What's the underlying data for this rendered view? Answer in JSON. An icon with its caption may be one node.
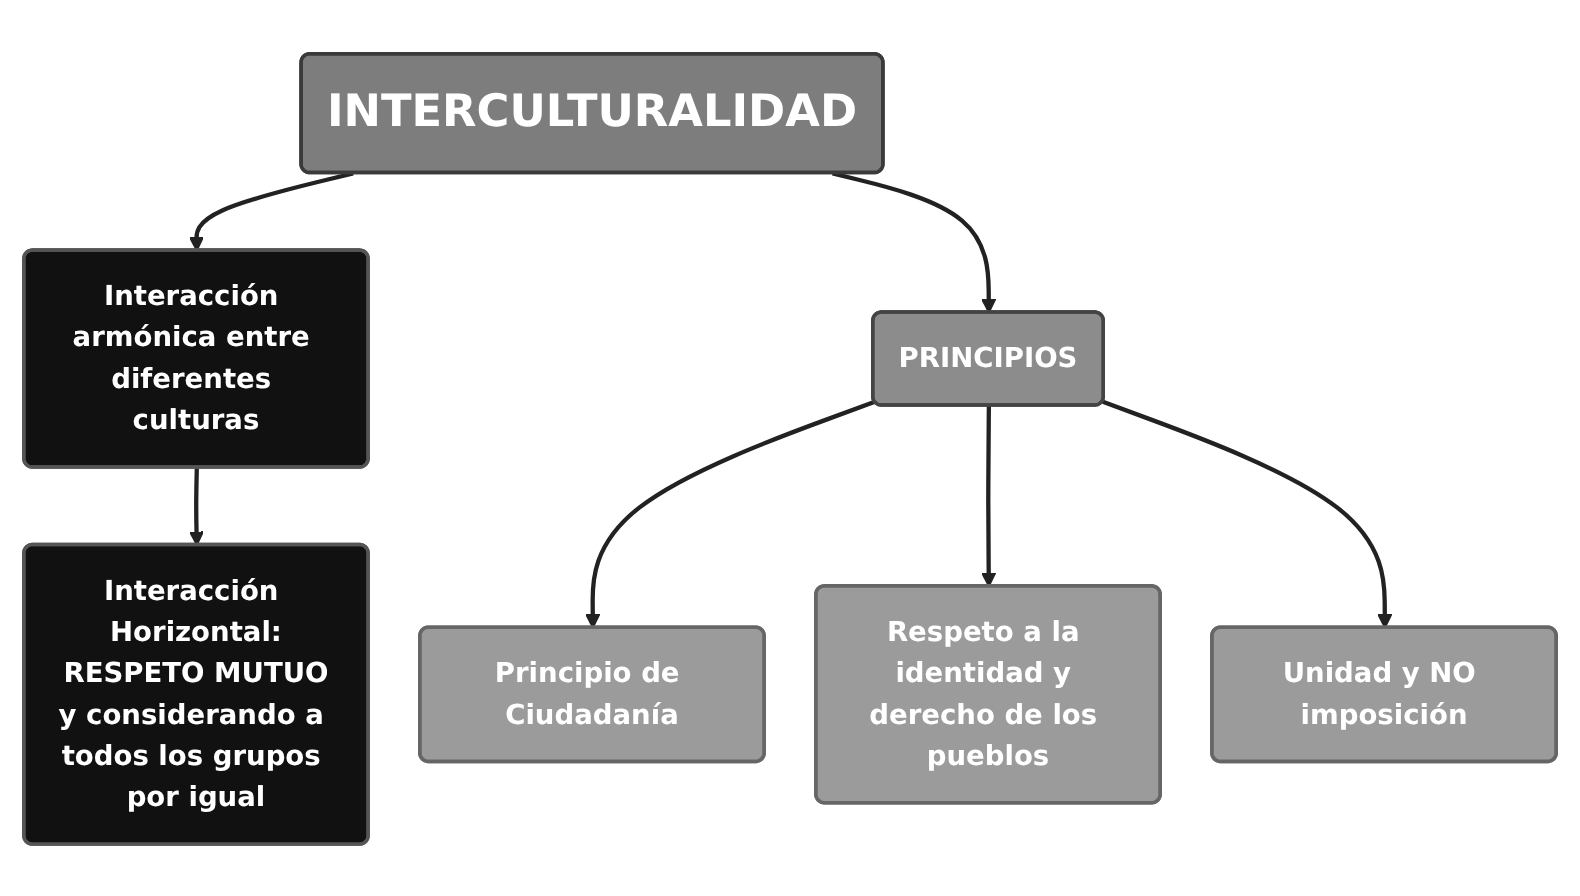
{
  "diagram": {
    "nodes": [
      {
        "text": [
          "INTERCULTURALIDAD"
        ]
      },
      {
        "text": [
          "Interacción Horizontal:",
          "RESPETO MUTUO",
          "y considerando a todos los grupos por igual"
        ]
      },
      {
        "text": [
          "Interacción armónica entre diferentes culturas"
        ]
      },
      {
        "text": [
          "PRINCIPIOS"
        ]
      },
      {
        "text": [
          "Principio de Ciudadanía"
        ]
      },
      {
        "text": [
          "Respeto a la identidad y derecho de los pueblos"
        ]
      },
      {
        "text": [
          "Unidad y NO imposición"
        ]
      }
    ],
    "edges": [
      {
        "from": 0,
        "to": 2,
        "arrow": "to"
      },
      {
        "from": 0,
        "to": 3,
        "arrow": "to"
      },
      {
        "from": 2,
        "to": 1,
        "arrow": "to"
      },
      {
        "from": 3,
        "to": 4,
        "arrow": "to"
      },
      {
        "from": 3,
        "to": 5,
        "arrow": "to"
      },
      {
        "from": 3,
        "to": 6,
        "arrow": "to"
      }
    ]
  }
}
